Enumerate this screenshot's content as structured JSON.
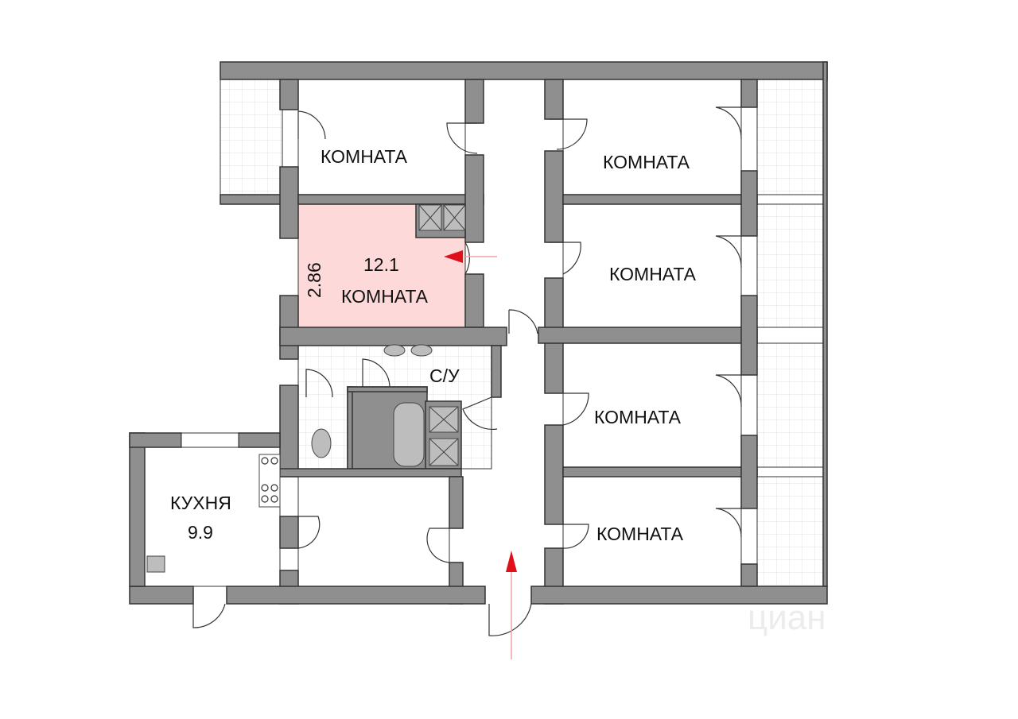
{
  "plan": {
    "rooms": [
      {
        "id": "room-1",
        "label": "КОМНАТА"
      },
      {
        "id": "room-2",
        "label": "КОМНАТА"
      },
      {
        "id": "room-3",
        "label": "КОМНАТА"
      },
      {
        "id": "room-4",
        "label": "КОМНАТА"
      },
      {
        "id": "room-5",
        "label": "КОМНАТА"
      }
    ],
    "highlighted_room": {
      "label": "КОМНАТА",
      "area": "12.1",
      "height": "2.86",
      "fill": "#fdd9d9"
    },
    "bathroom": {
      "label": "С/У"
    },
    "kitchen": {
      "label": "КУХНЯ",
      "area": "9.9"
    },
    "entrance_arrow_color": "#e0101a",
    "wall_color": "#8f8f8f",
    "watermark": "циан"
  }
}
